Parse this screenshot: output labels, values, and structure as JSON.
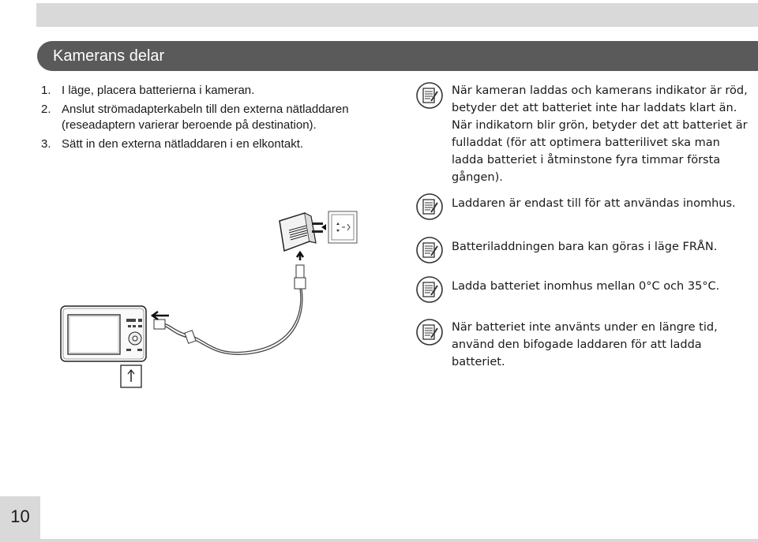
{
  "header": {
    "title": "Kamerans delar"
  },
  "steps": [
    {
      "num": "1.",
      "text": "I läge, placera batterierna i kameran."
    },
    {
      "num": "2.",
      "text": "Anslut strömadapterkabeln till den externa nätladdaren (reseadaptern varierar beroende på destination)."
    },
    {
      "num": "3.",
      "text": "Sätt in den externa nätladdaren i en elkontakt."
    }
  ],
  "notes": [
    "När kameran laddas och kamerans indikator är röd, betyder det att batteriet inte har laddats klart än. När indikatorn blir grön, betyder det att batteriet är fulladdat (för att optimera batterilivet ska man ladda batteriet i åtminstone fyra timmar första gången).",
    "Laddaren är endast till för att användas inomhus.",
    "Batteriladdningen bara kan göras i läge FRÅN.",
    "Ladda batteriet inomhus mellan 0°C och 35°C.",
    "När batteriet inte använts under en längre tid, använd den bifogade laddaren för att ladda batteriet."
  ],
  "footer": {
    "page_number": "10"
  },
  "icons": {
    "note": "note-pad-icon"
  },
  "colors": {
    "header_bg": "#5a5a5a",
    "bar_bg": "#d9d9d9"
  }
}
